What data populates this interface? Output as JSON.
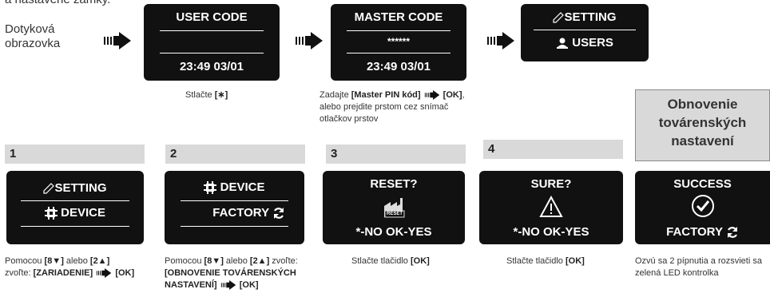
{
  "intro": {
    "top_cut": "a nastavené zámky.",
    "touchscreen_line1": "Dotyková",
    "touchscreen_line2": "obrazovka"
  },
  "screens": {
    "user_code": {
      "title": "USER CODE",
      "time": "23:49  03/01"
    },
    "master_code": {
      "title": "MASTER CODE",
      "mask": "******",
      "time": "23:49  03/01"
    },
    "setting_users": {
      "line1": "SETTING",
      "line2": "USERS"
    },
    "setting_device": {
      "line1": "SETTING",
      "line2": "DEVICE"
    },
    "device_factory": {
      "line1": "DEVICE",
      "line2": "FACTORY"
    },
    "reset": {
      "title": "RESET?",
      "icon_text": "RESET",
      "options": "*-NO  OK-YES"
    },
    "sure": {
      "title": "SURE?",
      "options": "*-NO  OK-YES"
    },
    "success": {
      "title": "SUCCESS",
      "line2": "FACTORY"
    }
  },
  "captions": {
    "press_star_prefix": "Stlačte ",
    "press_star_key": "[∗]",
    "master_prefix": "Zadajte ",
    "master_pin": "[Master PIN kód]",
    "master_ok": "[OK]",
    "master_rest1": ",",
    "master_rest2": "alebo prejdite prstom cez snímač",
    "master_rest3": "otlačkov prstov",
    "step1_a": "Pomocou ",
    "step1_k1": "[8▼]",
    "step1_b": " alebo ",
    "step1_k2": "[2▲]",
    "step1_c": "zvoľte: ",
    "step1_k3": "[ZARIADENIE]",
    "step1_ok": "[OK]",
    "step2_a": "Pomocou ",
    "step2_k1": "[8▼]",
    "step2_b": " alebo ",
    "step2_k2": "[2▲]",
    "step2_c": " zvoľte:",
    "step2_k3": "[OBNOVENIE TOVÁRENSKÝCH",
    "step2_k4": "NASTAVENÍ]",
    "step2_ok": "[OK]",
    "step3_a": "Stlačte tlačidlo ",
    "step3_ok": "[OK]",
    "step4_a": "Stlačte tlačidlo ",
    "step4_ok": "[OK]",
    "step5_l1": "Ozvú sa 2 pípnutia a rozsvieti sa",
    "step5_l2": "zelená LED kontrolka"
  },
  "steps": [
    "1",
    "2",
    "3",
    "4"
  ],
  "factory_box": {
    "line1": "Obnovenie",
    "line2": "továrenských",
    "line3": "nastavení"
  },
  "icons": [
    "arrow-right-icon",
    "pencil-icon",
    "user-icon",
    "device-icon",
    "refresh-icon",
    "reset-factory-icon",
    "warning-icon",
    "check-circle-icon"
  ],
  "colors": {
    "screen_bg": "#111111",
    "bar_bg": "#d9d9d9",
    "text": "#222222"
  }
}
